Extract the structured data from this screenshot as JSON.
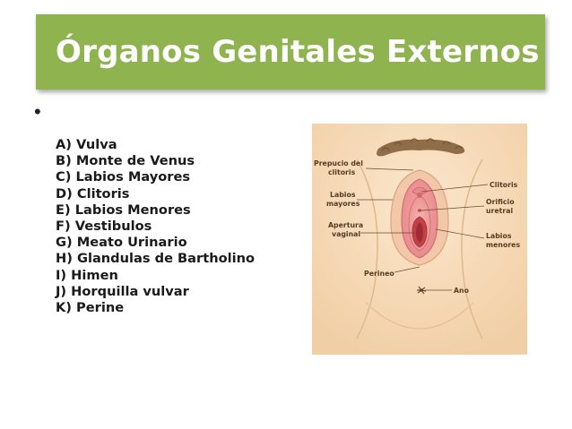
{
  "title": "Órganos Genitales Externos",
  "bullet": "•",
  "items": [
    "A) Vulva",
    "B) Monte de Venus",
    "C) Labios Mayores",
    "D) Clitoris",
    "E) Labios Menores",
    "F) Vestibulos",
    "G) Meato Urinario",
    "H) Glandulas de Bartholino",
    "I) Himen",
    "J) Horquilla vulvar",
    "K) Perine"
  ],
  "diagram": {
    "labels": {
      "prepucio_1": "Prepucio del",
      "prepucio_2": "clitoris",
      "labios_mayores_1": "Labios",
      "labios_mayores_2": "mayores",
      "apertura_1": "Apertura",
      "apertura_2": "vaginal",
      "perineo": "Perineo",
      "clitoris": "Clitoris",
      "orificio_1": "Orificio",
      "orificio_2": "uretral",
      "labios_menores_1": "Labios",
      "labios_menores_2": "menores",
      "ano": "Ano"
    }
  }
}
